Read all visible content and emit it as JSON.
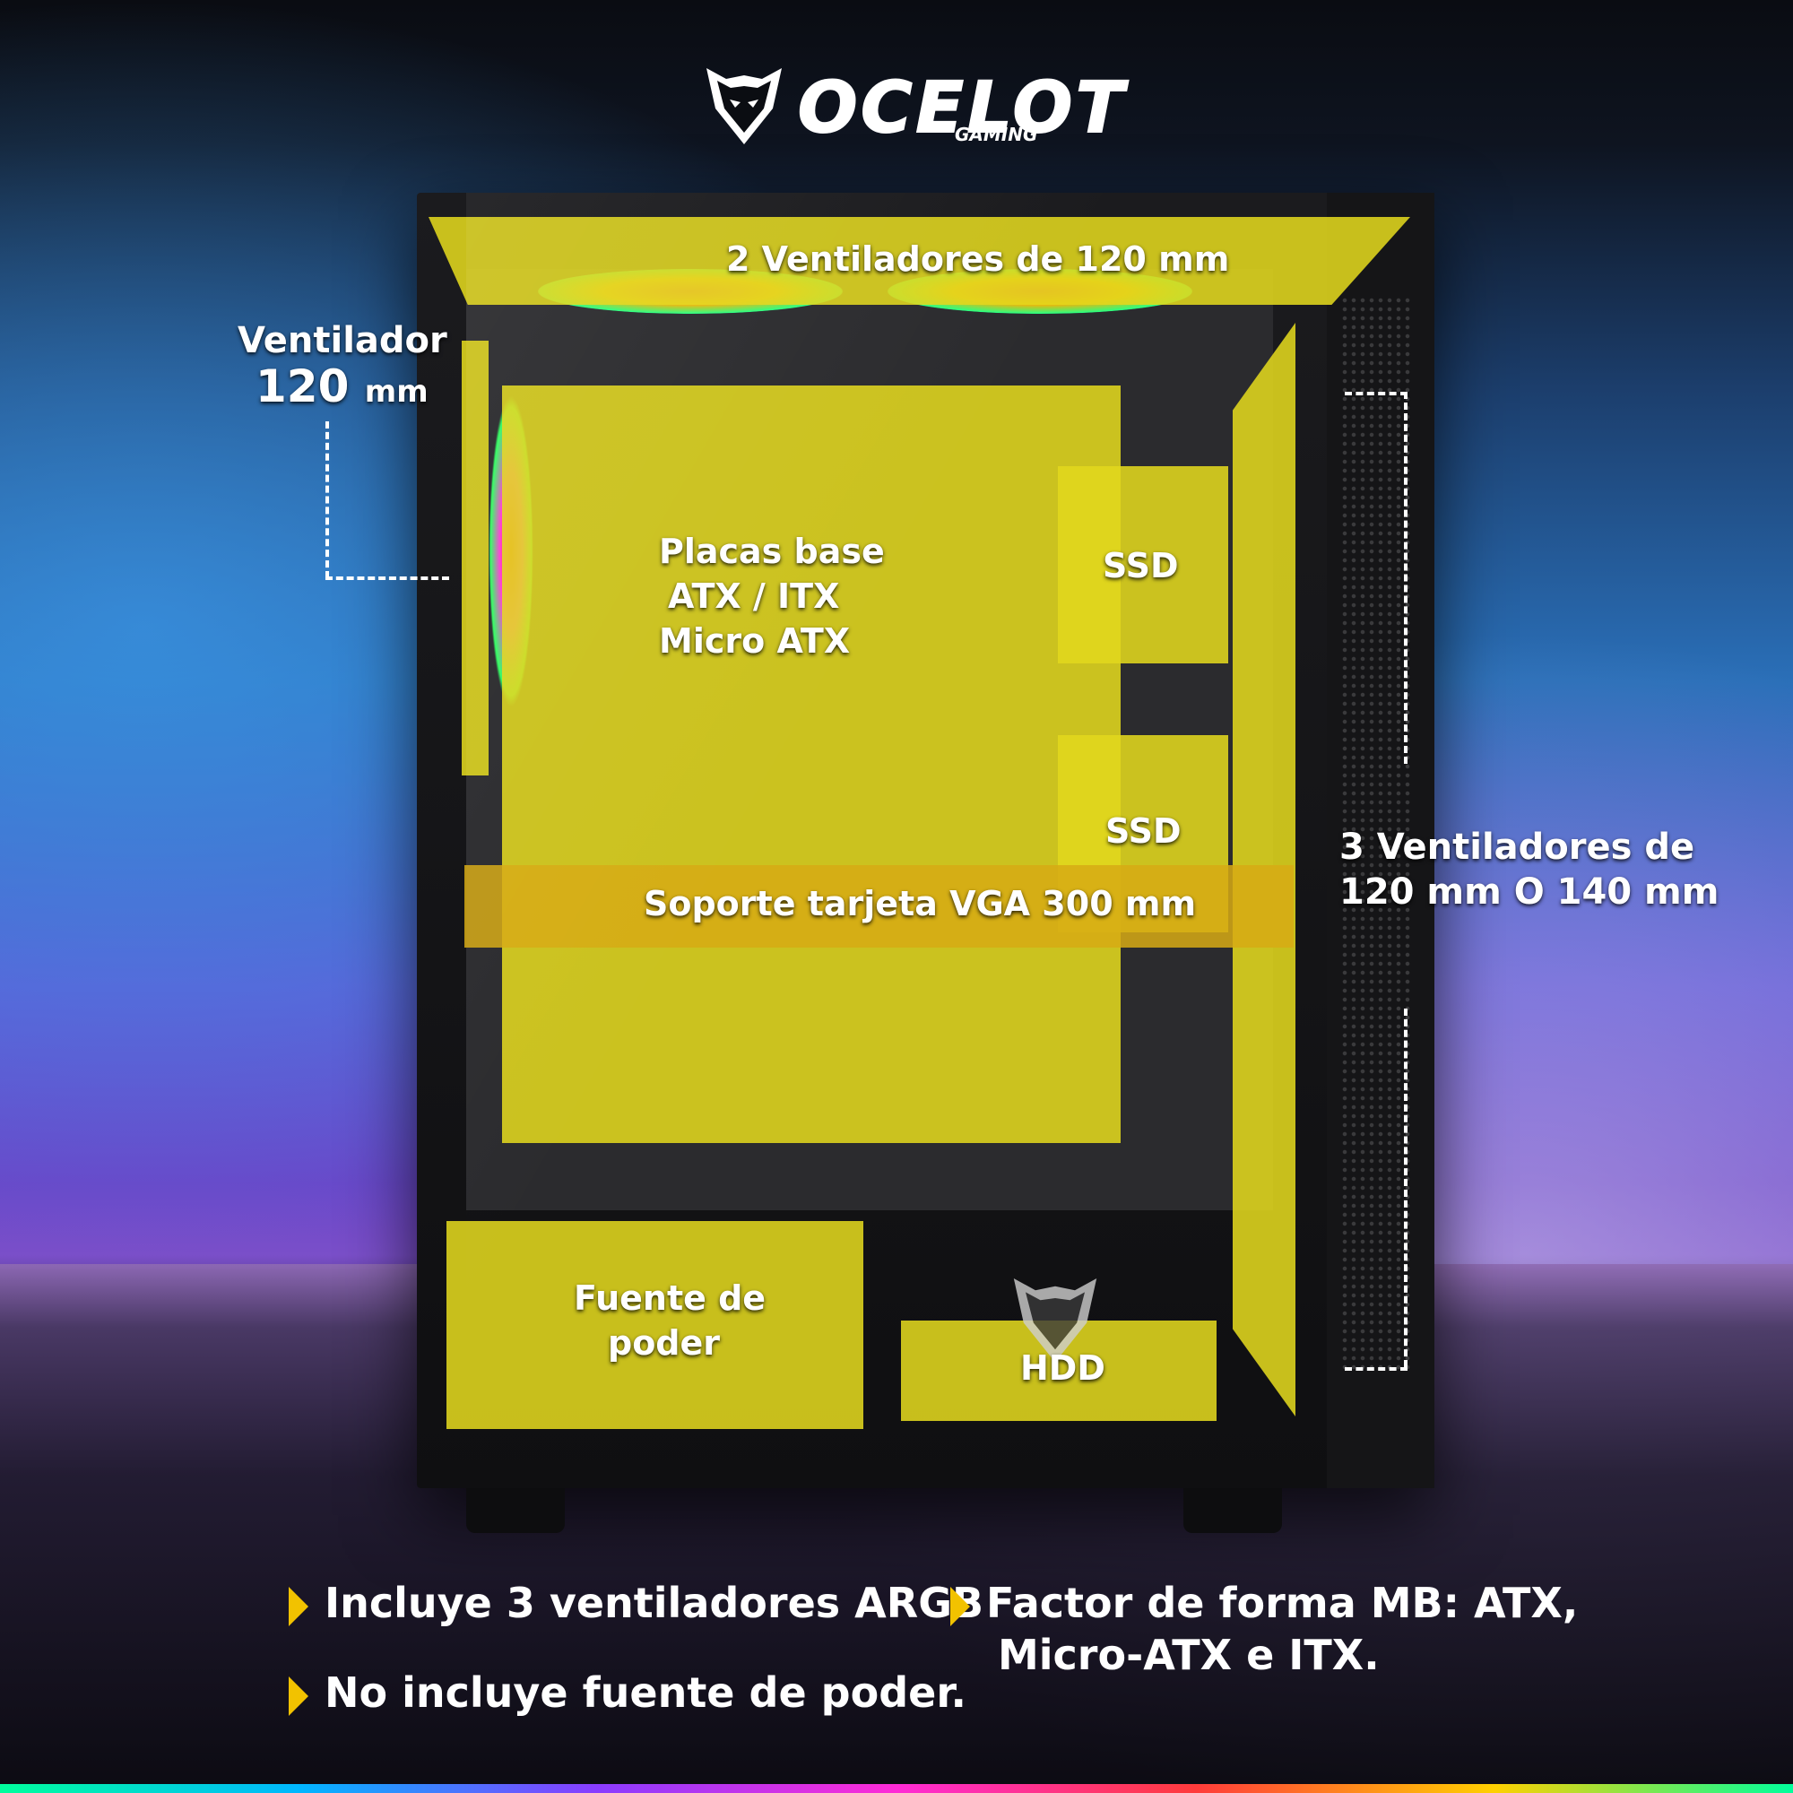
{
  "brand": {
    "name": "OCELOT",
    "sub": "GAMING"
  },
  "labels": {
    "top_fans": "2 Ventiladores de 120 mm",
    "rear_fan_line1": "Ventilador",
    "rear_fan_line2": "120",
    "rear_fan_unit": "mm",
    "motherboard_line1": "Placas base",
    "motherboard_line2": "ATX / ITX",
    "motherboard_line3": "Micro ATX",
    "ssd_1": "SSD",
    "ssd_2": "SSD",
    "vga": "Soporte tarjeta VGA 300 mm",
    "front_fans_line1": "3 Ventiladores de",
    "front_fans_line2": "120 mm O 140 mm",
    "psu_line1": "Fuente de",
    "psu_line2": "poder",
    "hdd": "HDD"
  },
  "features": [
    "Incluye 3 ventiladores ARGB",
    "No incluye fuente de poder.",
    "Factor de forma MB: ATX,",
    "Micro-ATX e ITX."
  ],
  "colors": {
    "highlight": "#e1d71e",
    "vga_highlight": "#d7aa14",
    "bullet_arrow": "#f2c200"
  }
}
